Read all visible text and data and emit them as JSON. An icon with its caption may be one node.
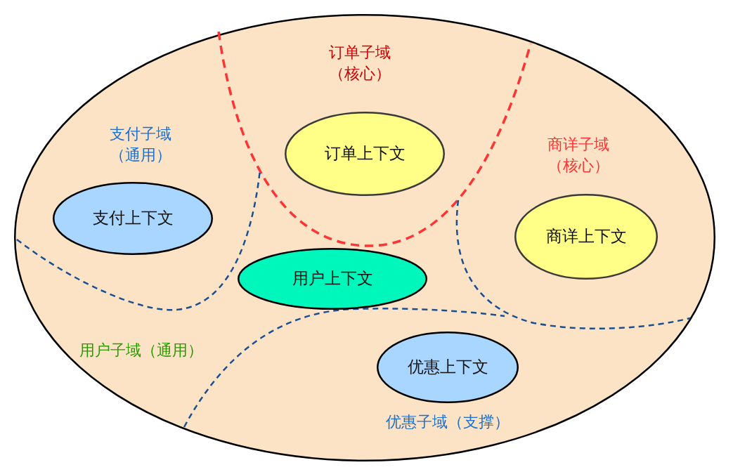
{
  "diagram": {
    "nodes": [
      {
        "text": [],
        "shape": "ellipse"
      },
      {
        "text": [
          "订单上下文"
        ],
        "in": 0
      },
      {
        "text": [
          "支付上下文"
        ],
        "in": 0
      },
      {
        "text": [
          "商详上下文"
        ],
        "in": 0
      },
      {
        "text": [
          "用户上下文"
        ],
        "in": 0
      },
      {
        "text": [
          "优惠上下文"
        ],
        "in": 0
      }
    ],
    "labels": [
      "订单子域（核心）",
      "支付子域（通用）",
      "商详子域（核心）",
      "用户子域（通用）",
      "优惠子域（支撑）"
    ]
  }
}
